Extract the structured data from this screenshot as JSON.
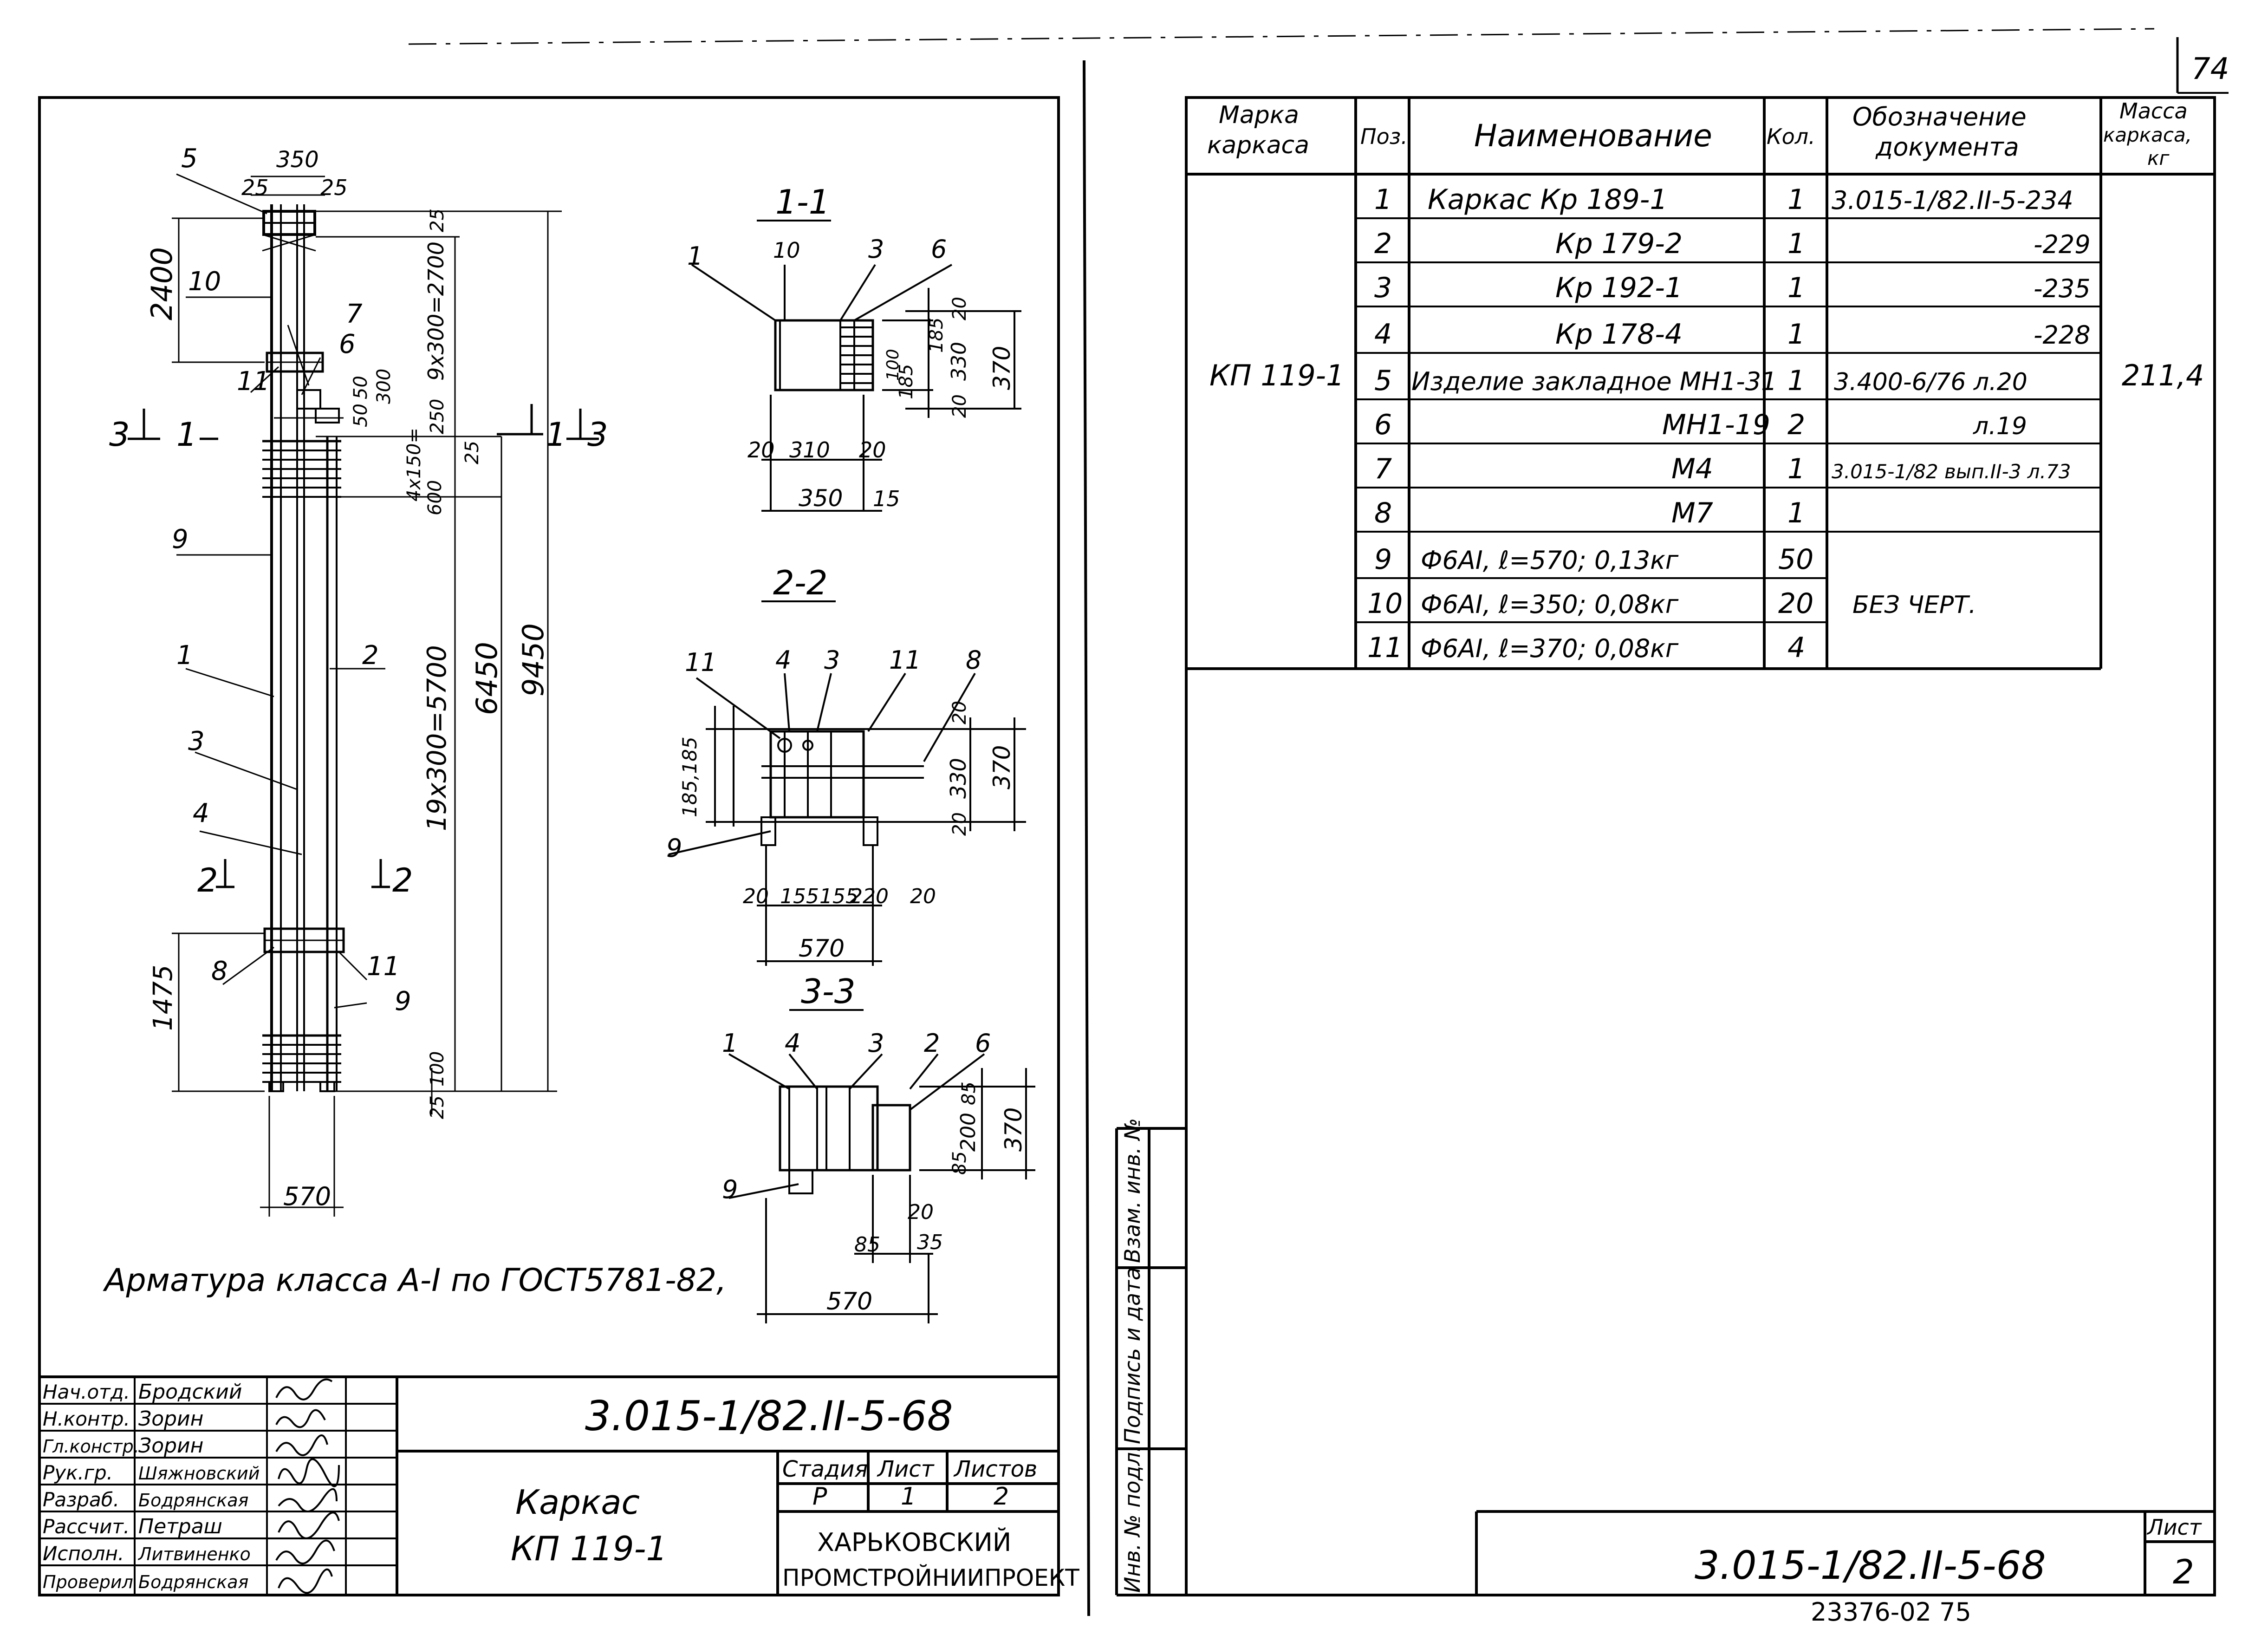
{
  "page_number": "74",
  "footer_code": "23376-02 75",
  "drawing": {
    "sections": {
      "s11": "1-1",
      "s22": "2-2",
      "s33": "3-3"
    },
    "note": "Арматура класса А-I по ГОСТ5781-82,",
    "labels": {
      "p1": "1",
      "p2": "2",
      "p3": "3",
      "p4": "4",
      "p5": "5",
      "p6": "6",
      "p7": "7",
      "p8": "8",
      "p9": "9",
      "p10": "10",
      "p11": "11"
    },
    "dims": {
      "w350": "350",
      "d25a": "25",
      "d25b": "25",
      "d2400": "2400",
      "d25c": "25",
      "d9x300": "9x300=2700",
      "d50a": "50",
      "d300": "300",
      "d50b": "50",
      "d250": "250",
      "d25d": "25",
      "d4x150": "4x150=",
      "d600": "600",
      "d19x300": "19x300=5700",
      "d6450": "6450",
      "d9450": "9450",
      "d1475": "1475",
      "d100": "100",
      "d25e": "25",
      "d570": "570",
      "c10": "10",
      "c20a": "20",
      "c100": "100",
      "c185a": "185",
      "c330": "330",
      "c370": "370",
      "c20b": "20",
      "c20c": "20",
      "c310": "310",
      "c20d": "20",
      "c350": "350",
      "c15": "15",
      "e185": "185,185",
      "e20a": "20",
      "e330": "330",
      "e370": "370",
      "e20b": "20",
      "e20c": "20",
      "e155a": "155",
      "e155b": "155",
      "e220": "220",
      "e20d": "20",
      "e570": "570",
      "f85a": "85",
      "f200": "200",
      "f85b": "85",
      "f370": "370",
      "f20": "20",
      "f85c": "85",
      "f35": "35",
      "f570": "570"
    },
    "section_marks": {
      "m3": "3",
      "m1": "1",
      "m11": "1",
      "m13": "3",
      "m2a": "2",
      "m2b": "2"
    }
  },
  "title_block_left": {
    "code": "3.015-1/82.II-5-68",
    "title_line1": "Каркас",
    "title_line2": "КП 119-1",
    "stage_header": "Стадия",
    "sheet_header": "Лист",
    "sheets_header": "Листов",
    "stage": "Р",
    "sheet": "1",
    "sheets": "2",
    "org_line1": "ХАРЬКОВСКИЙ",
    "org_line2": "ПРОМСТРОЙНИИПРОЕКТ",
    "signatures": [
      {
        "role": "Нач.отд.",
        "name": "Бродский"
      },
      {
        "role": "Н.контр.",
        "name": "Зорин"
      },
      {
        "role": "Гл.констр.",
        "name": "Зорин"
      },
      {
        "role": "Рук.гр.",
        "name": "Шяжновский"
      },
      {
        "role": "Разраб.",
        "name": "Бодрянская"
      },
      {
        "role": "Рассчит.",
        "name": "Петраш"
      },
      {
        "role": "Исполн.",
        "name": "Литвиненко"
      },
      {
        "role": "Проверил",
        "name": "Бодрянская"
      }
    ]
  },
  "spec_table": {
    "headers": {
      "mark": [
        "Марка",
        "каркаса"
      ],
      "pos": "Поз.",
      "name": "Наименование",
      "qty": "Кол.",
      "doc": [
        "Обозначение",
        "документа"
      ],
      "mass": [
        "Масса",
        "каркаса,",
        "кг"
      ]
    },
    "mark": "КП 119-1",
    "mass": "211,4",
    "rows": [
      {
        "pos": "1",
        "name": "Каркас Кр 189-1",
        "qty": "1",
        "doc": "3.015-1/82.II-5-234"
      },
      {
        "pos": "2",
        "name": "Кр 179-2",
        "qty": "1",
        "doc": "-229"
      },
      {
        "pos": "3",
        "name": "Кр 192-1",
        "qty": "1",
        "doc": "-235"
      },
      {
        "pos": "4",
        "name": "Кр 178-4",
        "qty": "1",
        "doc": "-228"
      },
      {
        "pos": "5",
        "name": "Изделие закладное МН1-31",
        "qty": "1",
        "doc": "3.400-6/76 л.20"
      },
      {
        "pos": "6",
        "name": "МН1-19",
        "qty": "2",
        "doc": "л.19"
      },
      {
        "pos": "7",
        "name": "М4",
        "qty": "1",
        "doc": "3.015-1/82 вып.II-3 л.73"
      },
      {
        "pos": "8",
        "name": "М7",
        "qty": "1",
        "doc": ""
      },
      {
        "pos": "9",
        "name": "Ф6АI, ℓ=570; 0,13кг",
        "qty": "50",
        "doc": ""
      },
      {
        "pos": "10",
        "name": "Ф6АI, ℓ=350; 0,08кг",
        "qty": "20",
        "doc": ""
      },
      {
        "pos": "11",
        "name": "Ф6АI, ℓ=370; 0,08кг",
        "qty": "4",
        "doc": ""
      }
    ],
    "note_no_drawing": "БЕЗ ЧЕРТ."
  },
  "side_stamp": {
    "inv_podl": "Инв. № подл.",
    "podpis_data": "Подпись и дата",
    "vzam_inv": "Взам. инв. №"
  },
  "title_block_right": {
    "code": "3.015-1/82.II-5-68",
    "sheet_label": "Лист",
    "sheet_no": "2"
  }
}
